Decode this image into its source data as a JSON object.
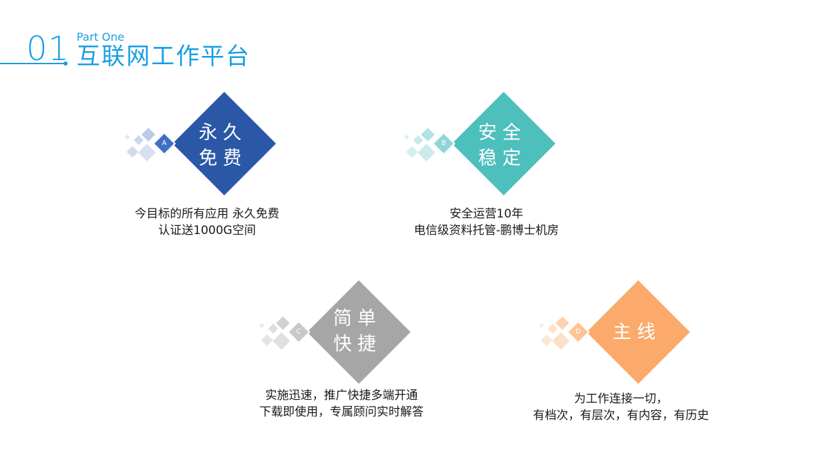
{
  "header": {
    "number": "01",
    "part": "Part One",
    "title": "互联网工作平台"
  },
  "colors": {
    "accent": "#1a9ee3",
    "a": "#2a58a6",
    "b": "#4dbfbd",
    "c": "#a6a6a6",
    "d": "#fbaa6b"
  },
  "cards": [
    {
      "letter": "A",
      "line1": "永久",
      "line2": "免费",
      "desc1": "今目标的所有应用 永久免费",
      "desc2": "认证送1000G空间"
    },
    {
      "letter": "B",
      "line1": "安全",
      "line2": "稳定",
      "desc1": "安全运营10年",
      "desc2": "电信级资料托管-鹏博士机房"
    },
    {
      "letter": "C",
      "line1": "简单",
      "line2": "快捷",
      "desc1": "实施迅速，推广快捷多端开通",
      "desc2": "下载即使用，专属顾问实时解答"
    },
    {
      "letter": "D",
      "line1": "主线",
      "line2": "",
      "desc1": "为工作连接一切，",
      "desc2": "有档次，有层次，有内容，有历史"
    }
  ]
}
